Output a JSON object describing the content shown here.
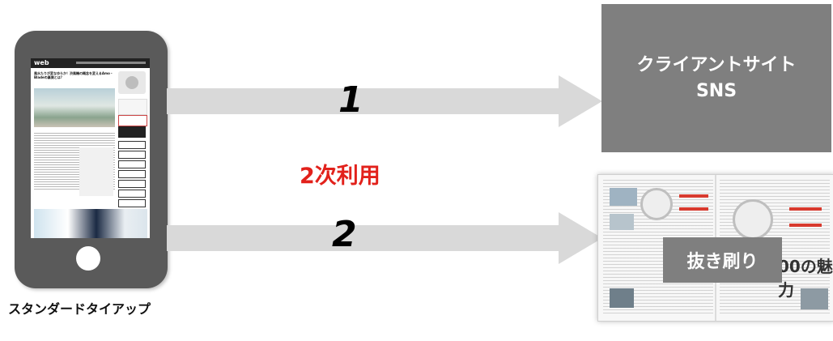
{
  "phone": {
    "caption": "スタンダードタイアップ",
    "screen": {
      "site_logo": "web",
      "article_title": "風水たりが変なゆらか！渋風機の概念を変えるAmo・Bladeの裏側とは？"
    }
  },
  "arrows": [
    {
      "label": "1",
      "target": "client-site"
    },
    {
      "label": "2",
      "target": "reprint"
    }
  ],
  "middle_label": "2次利用",
  "client_box": {
    "line1": "クライアントサイト",
    "line2": "SNS"
  },
  "reprint": {
    "label": "抜き刷り",
    "magazine_headline": "00の魅力"
  },
  "colors": {
    "arrow": "#d9d9d9",
    "box": "#7f7f7f",
    "phone": "#5a5a5a",
    "accent_red": "#e2211b"
  }
}
